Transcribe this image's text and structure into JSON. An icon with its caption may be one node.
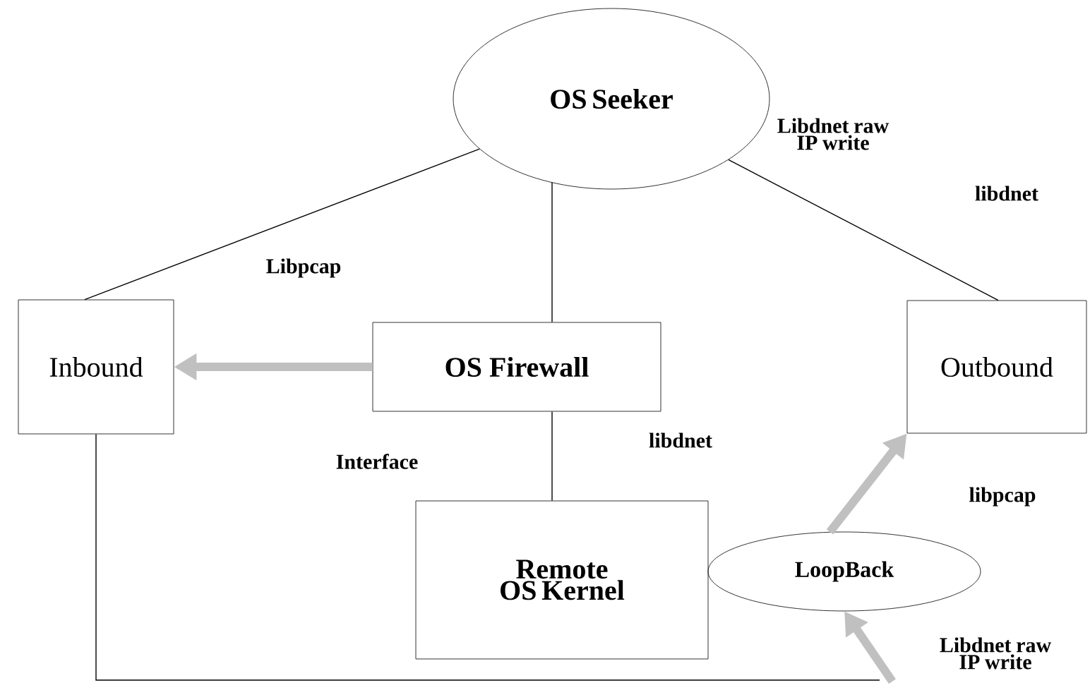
{
  "diagram": {
    "nodes": [
      {
        "text": [
          "OS Seeker"
        ]
      },
      {
        "text": [
          "Inbound"
        ]
      },
      {
        "text": [
          "OS Firewall"
        ]
      },
      {
        "text": [
          "Outbound"
        ]
      },
      {
        "text": [
          "Remote OS Kernel"
        ]
      },
      {
        "text": [
          "LoopBack"
        ]
      }
    ],
    "edges": [
      {
        "from": 0,
        "to": 1,
        "arrow": "none"
      },
      {
        "from": 0,
        "to": 2,
        "arrow": "none"
      },
      {
        "from": 0,
        "to": 3,
        "arrow": "none"
      },
      {
        "from": 2,
        "to": 1,
        "arrow": "to",
        "style": "thick",
        "color": "#c0c0c0"
      },
      {
        "from": 2,
        "to": 4,
        "arrow": "none"
      },
      {
        "from": 5,
        "to": 3,
        "arrow": "to",
        "style": "thick",
        "color": "#c0c0c0"
      },
      {
        "from": 1,
        "to": null,
        "arrow": "none"
      },
      {
        "from": null,
        "to": 5,
        "arrow": "to",
        "style": "thick",
        "color": "#c0c0c0"
      }
    ],
    "labels": [
      "Libdnet raw IP write",
      "libdnet",
      "Libpcap",
      "libdnet",
      "Interface",
      "libpcap",
      "Libdnet raw IP write"
    ]
  }
}
